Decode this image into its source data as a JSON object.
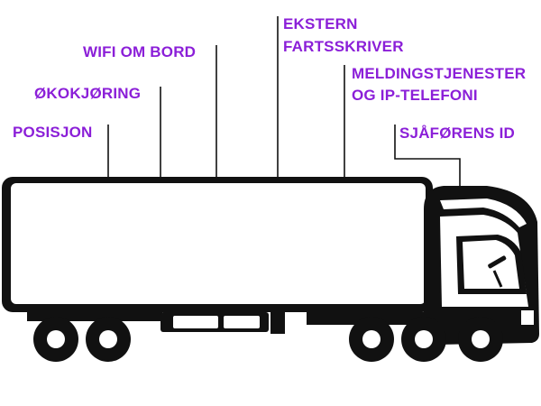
{
  "colors": {
    "accent": "#8b1fd8",
    "outline": "#111111",
    "fill": "#ffffff"
  },
  "labels": {
    "posisjon": "POSISJON",
    "okokjoring": "ØKOKJØRING",
    "wifi": "WIFI OM BORD",
    "ekstern_line1": "EKSTERN",
    "ekstern_line2": "FARTSSKRIVER",
    "melding_line1": "MELDINGSTJENESTER",
    "melding_line2": "OG IP-TELEFONI",
    "sjaforens": "SJÅFØRENS ID"
  },
  "icons": {
    "truck": "truck-icon"
  }
}
